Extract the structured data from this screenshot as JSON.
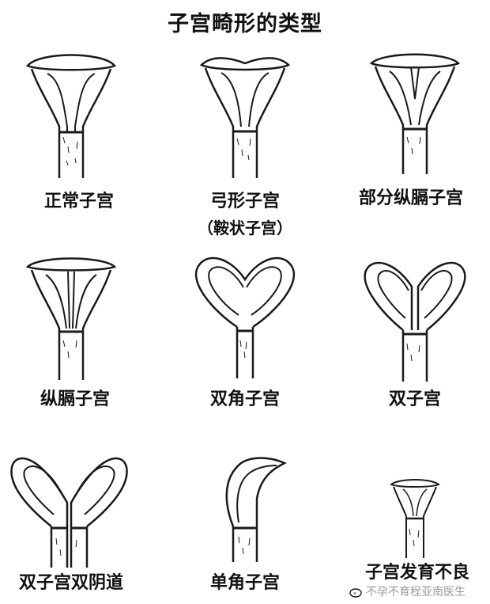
{
  "title": "子宫畸形的类型",
  "types": [
    {
      "label": "正常子宫",
      "sublabel": ""
    },
    {
      "label": "弓形子宫",
      "sublabel": "（鞍状子宫）"
    },
    {
      "label": "部分纵膈子宫",
      "sublabel": ""
    },
    {
      "label": "纵膈子宫",
      "sublabel": ""
    },
    {
      "label": "双角子宫",
      "sublabel": ""
    },
    {
      "label": "双子宫",
      "sublabel": ""
    },
    {
      "label": "双子宫双阴道",
      "sublabel": ""
    },
    {
      "label": "单角子宫",
      "sublabel": ""
    },
    {
      "label": "子宫发育不良",
      "sublabel": ""
    }
  ],
  "watermark": "不孕不育程亚南医生"
}
